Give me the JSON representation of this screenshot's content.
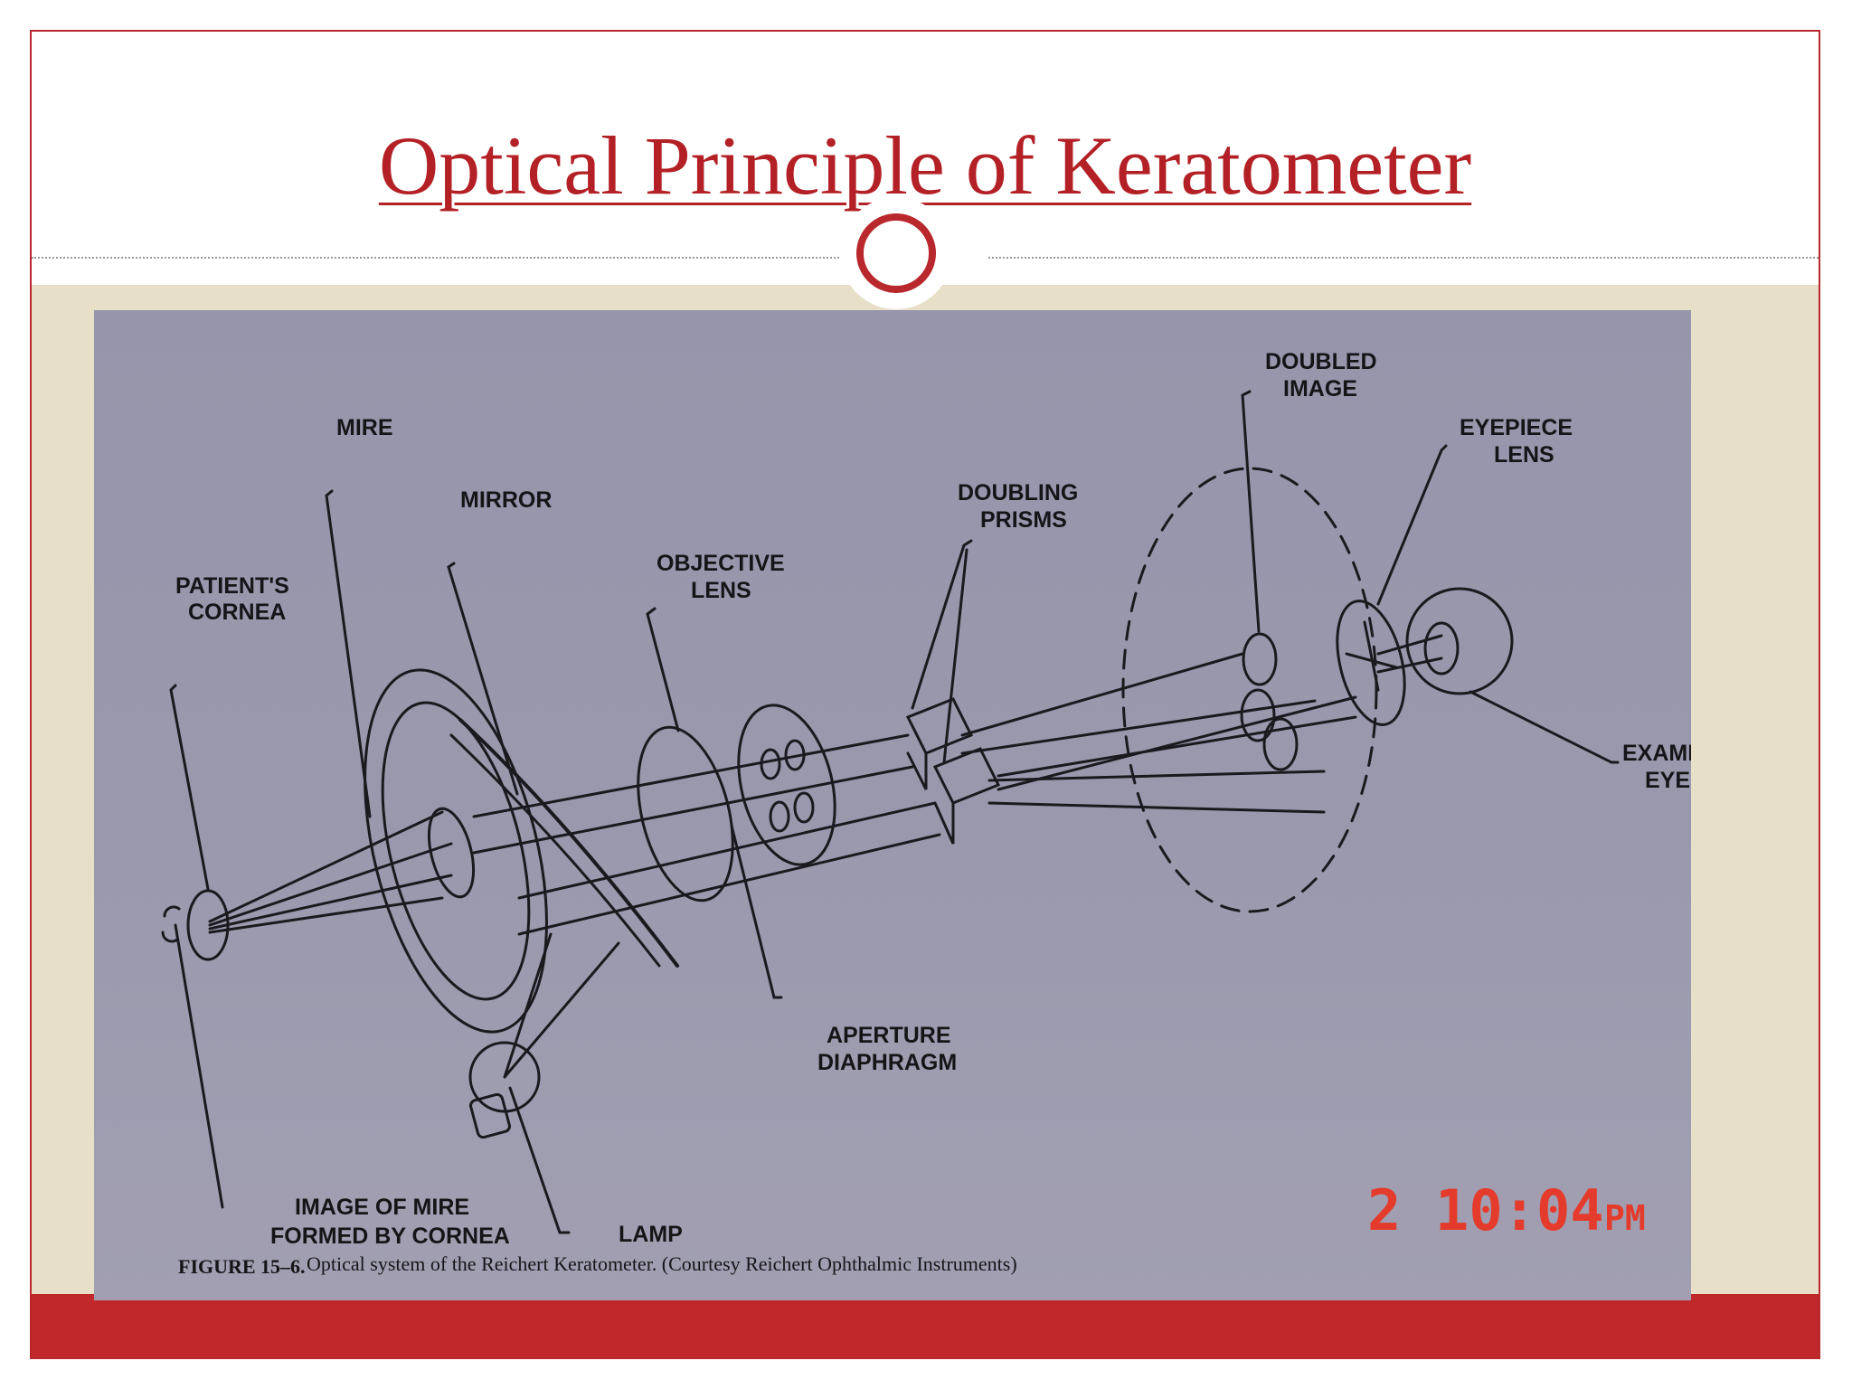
{
  "slide": {
    "title": "Optical Principle of Keratometer",
    "colors": {
      "accent": "#b8282c",
      "title": "#b32025",
      "background_band": "#e8dfc8"
    }
  },
  "figure": {
    "labels": {
      "mire": "MIRE",
      "mirror": "MIRROR",
      "patients_cornea": [
        "PATIENT'S",
        "CORNEA"
      ],
      "objective_lens": [
        "OBJECTIVE",
        "LENS"
      ],
      "doubling_prisms": [
        "DOUBLING",
        "PRISMS"
      ],
      "doubled_image": [
        "DOUBLED",
        "IMAGE"
      ],
      "eyepiece_lens": [
        "EYEPIECE",
        "LENS"
      ],
      "examiner_eye": [
        "EXAMINE",
        "EYE"
      ],
      "aperture_diaphragm": [
        "APERTURE",
        "DIAPHRAGM"
      ],
      "image_of_mire": [
        "IMAGE OF MIRE",
        "FORMED BY CORNEA"
      ],
      "lamp": "LAMP"
    },
    "caption_label": "FIGURE 15–6.",
    "caption_text": "Optical system of the Reichert Keratometer. (Courtesy Reichert Ophthalmic Instruments)",
    "timestamp_day": "2",
    "timestamp_time": "10:04",
    "timestamp_ampm": "PM"
  }
}
